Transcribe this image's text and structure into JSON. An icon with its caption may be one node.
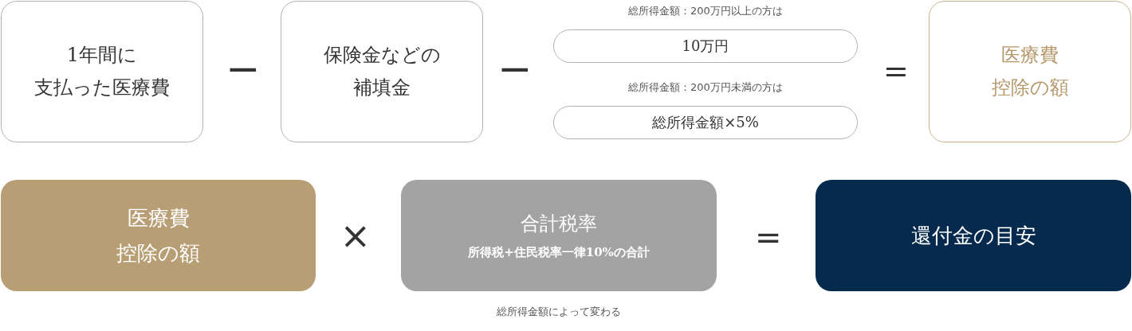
{
  "diagram": {
    "nodes": [
      {
        "text": [
          "1年間に支払った医療費"
        ]
      },
      {
        "text": [
          "保険金などの補填金"
        ]
      },
      {
        "text": [
          "10万円"
        ],
        "beside": [
          "総所得金額：200万円以上の方は"
        ]
      },
      {
        "text": [
          "総所得金額×5%"
        ],
        "beside": [
          "総所得金額：200万円未満の方は"
        ]
      },
      {
        "text": [
          "医療費控除の額"
        ]
      },
      {
        "text": [
          "医療費控除の額"
        ]
      },
      {
        "text": [
          "合計税率",
          "所得税+住民税率一律10%の合計"
        ],
        "beside": [
          "総所得金額によって変わる"
        ]
      },
      {
        "text": [
          "還付金の目安"
        ]
      }
    ],
    "labels": [
      "−",
      "−",
      "=",
      "×",
      "="
    ]
  }
}
